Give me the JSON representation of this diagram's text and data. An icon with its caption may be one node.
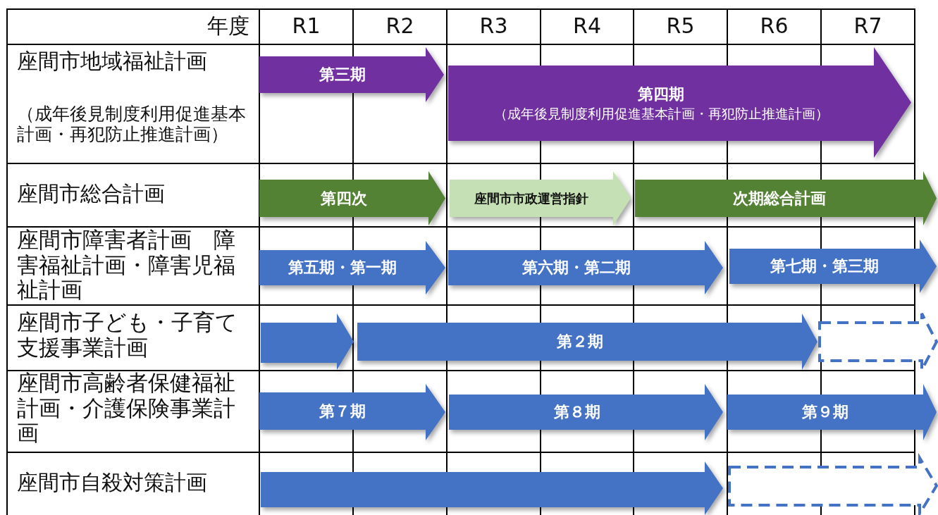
{
  "diagram": {
    "nodes": [
      {
        "text": [
          "第三期"
        ]
      },
      {
        "text": [
          "第四期",
          "（成年後見制度利用促進基本計画・再犯防止推進計画）"
        ]
      },
      {
        "text": [
          "第四次"
        ]
      },
      {
        "text": [
          "座間市市政運営指針"
        ]
      },
      {
        "text": [
          "次期総合計画"
        ]
      },
      {
        "text": [
          "第五期・第一期"
        ]
      },
      {
        "text": [
          "第六期・第二期"
        ]
      },
      {
        "text": [
          "第七期・第三期"
        ]
      },
      {
        "text": [],
        "shape": "arrow"
      },
      {
        "text": [
          "第２期"
        ]
      },
      {
        "text": [],
        "shape": "arrow"
      },
      {
        "text": [
          "第７期"
        ]
      },
      {
        "text": [
          "第８期"
        ]
      },
      {
        "text": [
          "第９期"
        ]
      },
      {
        "text": [],
        "shape": "arrow"
      },
      {
        "text": [],
        "shape": "arrow"
      }
    ],
    "labels": [
      "年度",
      "R1",
      "R2",
      "R3",
      "R4",
      "R5",
      "R6",
      "R7",
      "座間市地域福祉計画",
      "（成年後見制度利用促進基本計画・再犯防止推進計画）",
      "座間市総合計画",
      "座間市障害者計画　障害福祉計画・障害児福祉計画",
      "座間市子ども・子育て支援事業計画",
      "座間市高齢者保健福祉計画・介護保険事業計画",
      "座間市自殺対策計画"
    ]
  }
}
